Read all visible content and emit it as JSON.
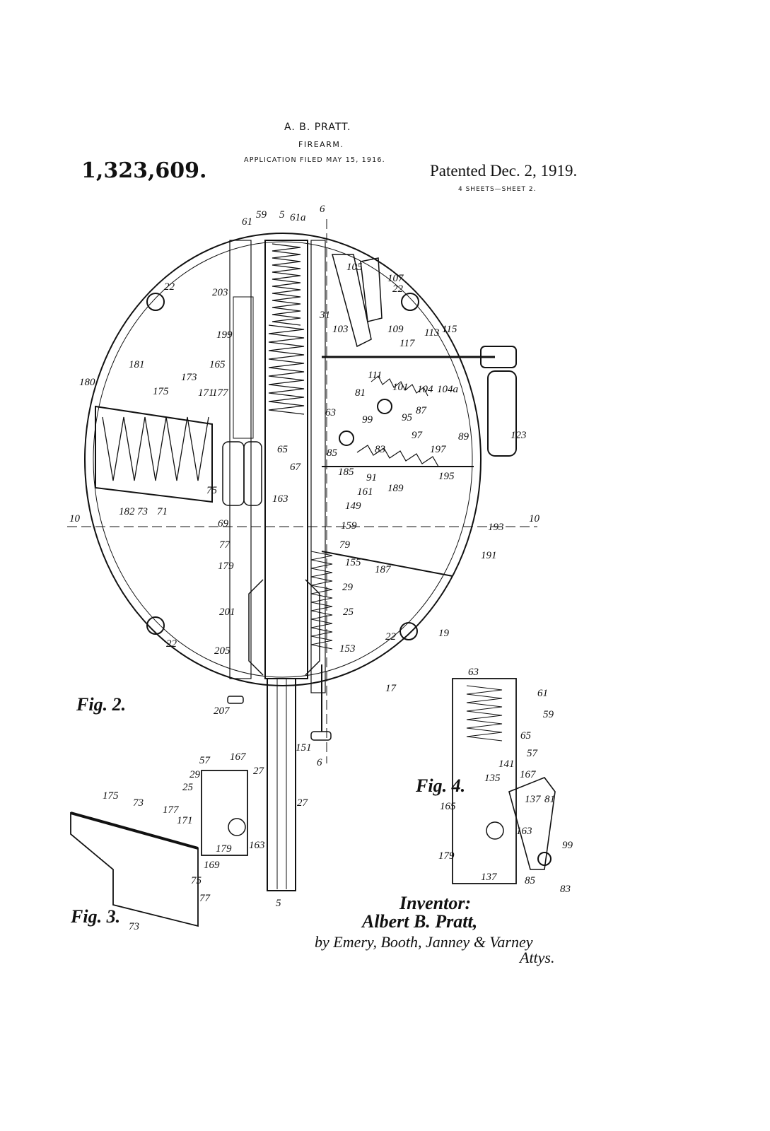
{
  "header": {
    "inventor_name": "A. B. PRATT.",
    "title": "FIREARM.",
    "application": "APPLICATION FILED MAY 15, 1916.",
    "patent_number": "1,323,609.",
    "patented": "Patented Dec. 2, 1919.",
    "sheets": "4 SHEETS—SHEET 2."
  },
  "figures": {
    "fig2": "Fig. 2.",
    "fig3": "Fig. 3.",
    "fig4": "Fig. 4."
  },
  "section_marks": {
    "s5_top": "5",
    "s5_bottom": "5",
    "s6_top": "6",
    "s6_bottom": "6",
    "s10_left": "10",
    "s10_right": "10"
  },
  "fig2_labels": {
    "l59": "59",
    "l61": "61",
    "l61a": "61a",
    "l5": "5",
    "l22a": "22",
    "l22b": "22",
    "l22c": "22",
    "l22d": "22",
    "l203": "203",
    "l199": "199",
    "l165": "165",
    "l177": "177",
    "l171": "171",
    "l173": "173",
    "l175": "175",
    "l181": "181",
    "l180": "180",
    "l182": "182",
    "l73": "73",
    "l71": "71",
    "l75": "75",
    "l69": "69",
    "l77": "77",
    "l179": "179",
    "l201": "201",
    "l205": "205",
    "l207": "207",
    "l63": "63",
    "l65": "65",
    "l67": "67",
    "l163": "163",
    "l161": "161",
    "l149": "149",
    "l159": "159",
    "l155": "155",
    "l79": "79",
    "l29": "29",
    "l25": "25",
    "l153": "153",
    "l151": "151",
    "l17": "17",
    "l19": "19",
    "l187": "187",
    "l191": "191",
    "l193": "193",
    "l195": "195",
    "l189": "189",
    "l185": "185",
    "l91": "91",
    "l85": "85",
    "l83": "83",
    "l97": "97",
    "l87": "87",
    "l89": "89",
    "l99": "99",
    "l101": "101",
    "l95": "95",
    "l81": "81",
    "l111": "111",
    "l103": "103",
    "l31": "31",
    "l105": "105",
    "l107": "107",
    "l109": "109",
    "l117": "117",
    "l113": "113",
    "l115": "115",
    "l104": "104",
    "l104a": "104a",
    "l123": "123",
    "l197": "197"
  },
  "fig3_labels": {
    "l175": "175",
    "l73a": "73",
    "l177": "177",
    "l171": "171",
    "l25": "25",
    "l29": "29",
    "l57": "57",
    "l167": "167",
    "l163": "163",
    "l27": "27",
    "l27b": "27",
    "l179": "179",
    "l169": "169",
    "l75": "75",
    "l77": "77",
    "l73b": "73",
    "l5": "5"
  },
  "fig4_labels": {
    "l63": "63",
    "l61": "61",
    "l59": "59",
    "l65": "65",
    "l57": "57",
    "l167": "167",
    "l141": "141",
    "l135": "135",
    "l165": "165",
    "l137a": "137",
    "l81": "81",
    "l163": "163",
    "l179": "179",
    "l137b": "137",
    "l99": "99",
    "l85": "85",
    "l83": "83"
  },
  "signature": {
    "inventor_heading": "Inventor:",
    "inventor_signature": "Albert B. Pratt,",
    "attorneys_signature": "by Emery, Booth, Janney & Varney",
    "attys": "Attys."
  }
}
